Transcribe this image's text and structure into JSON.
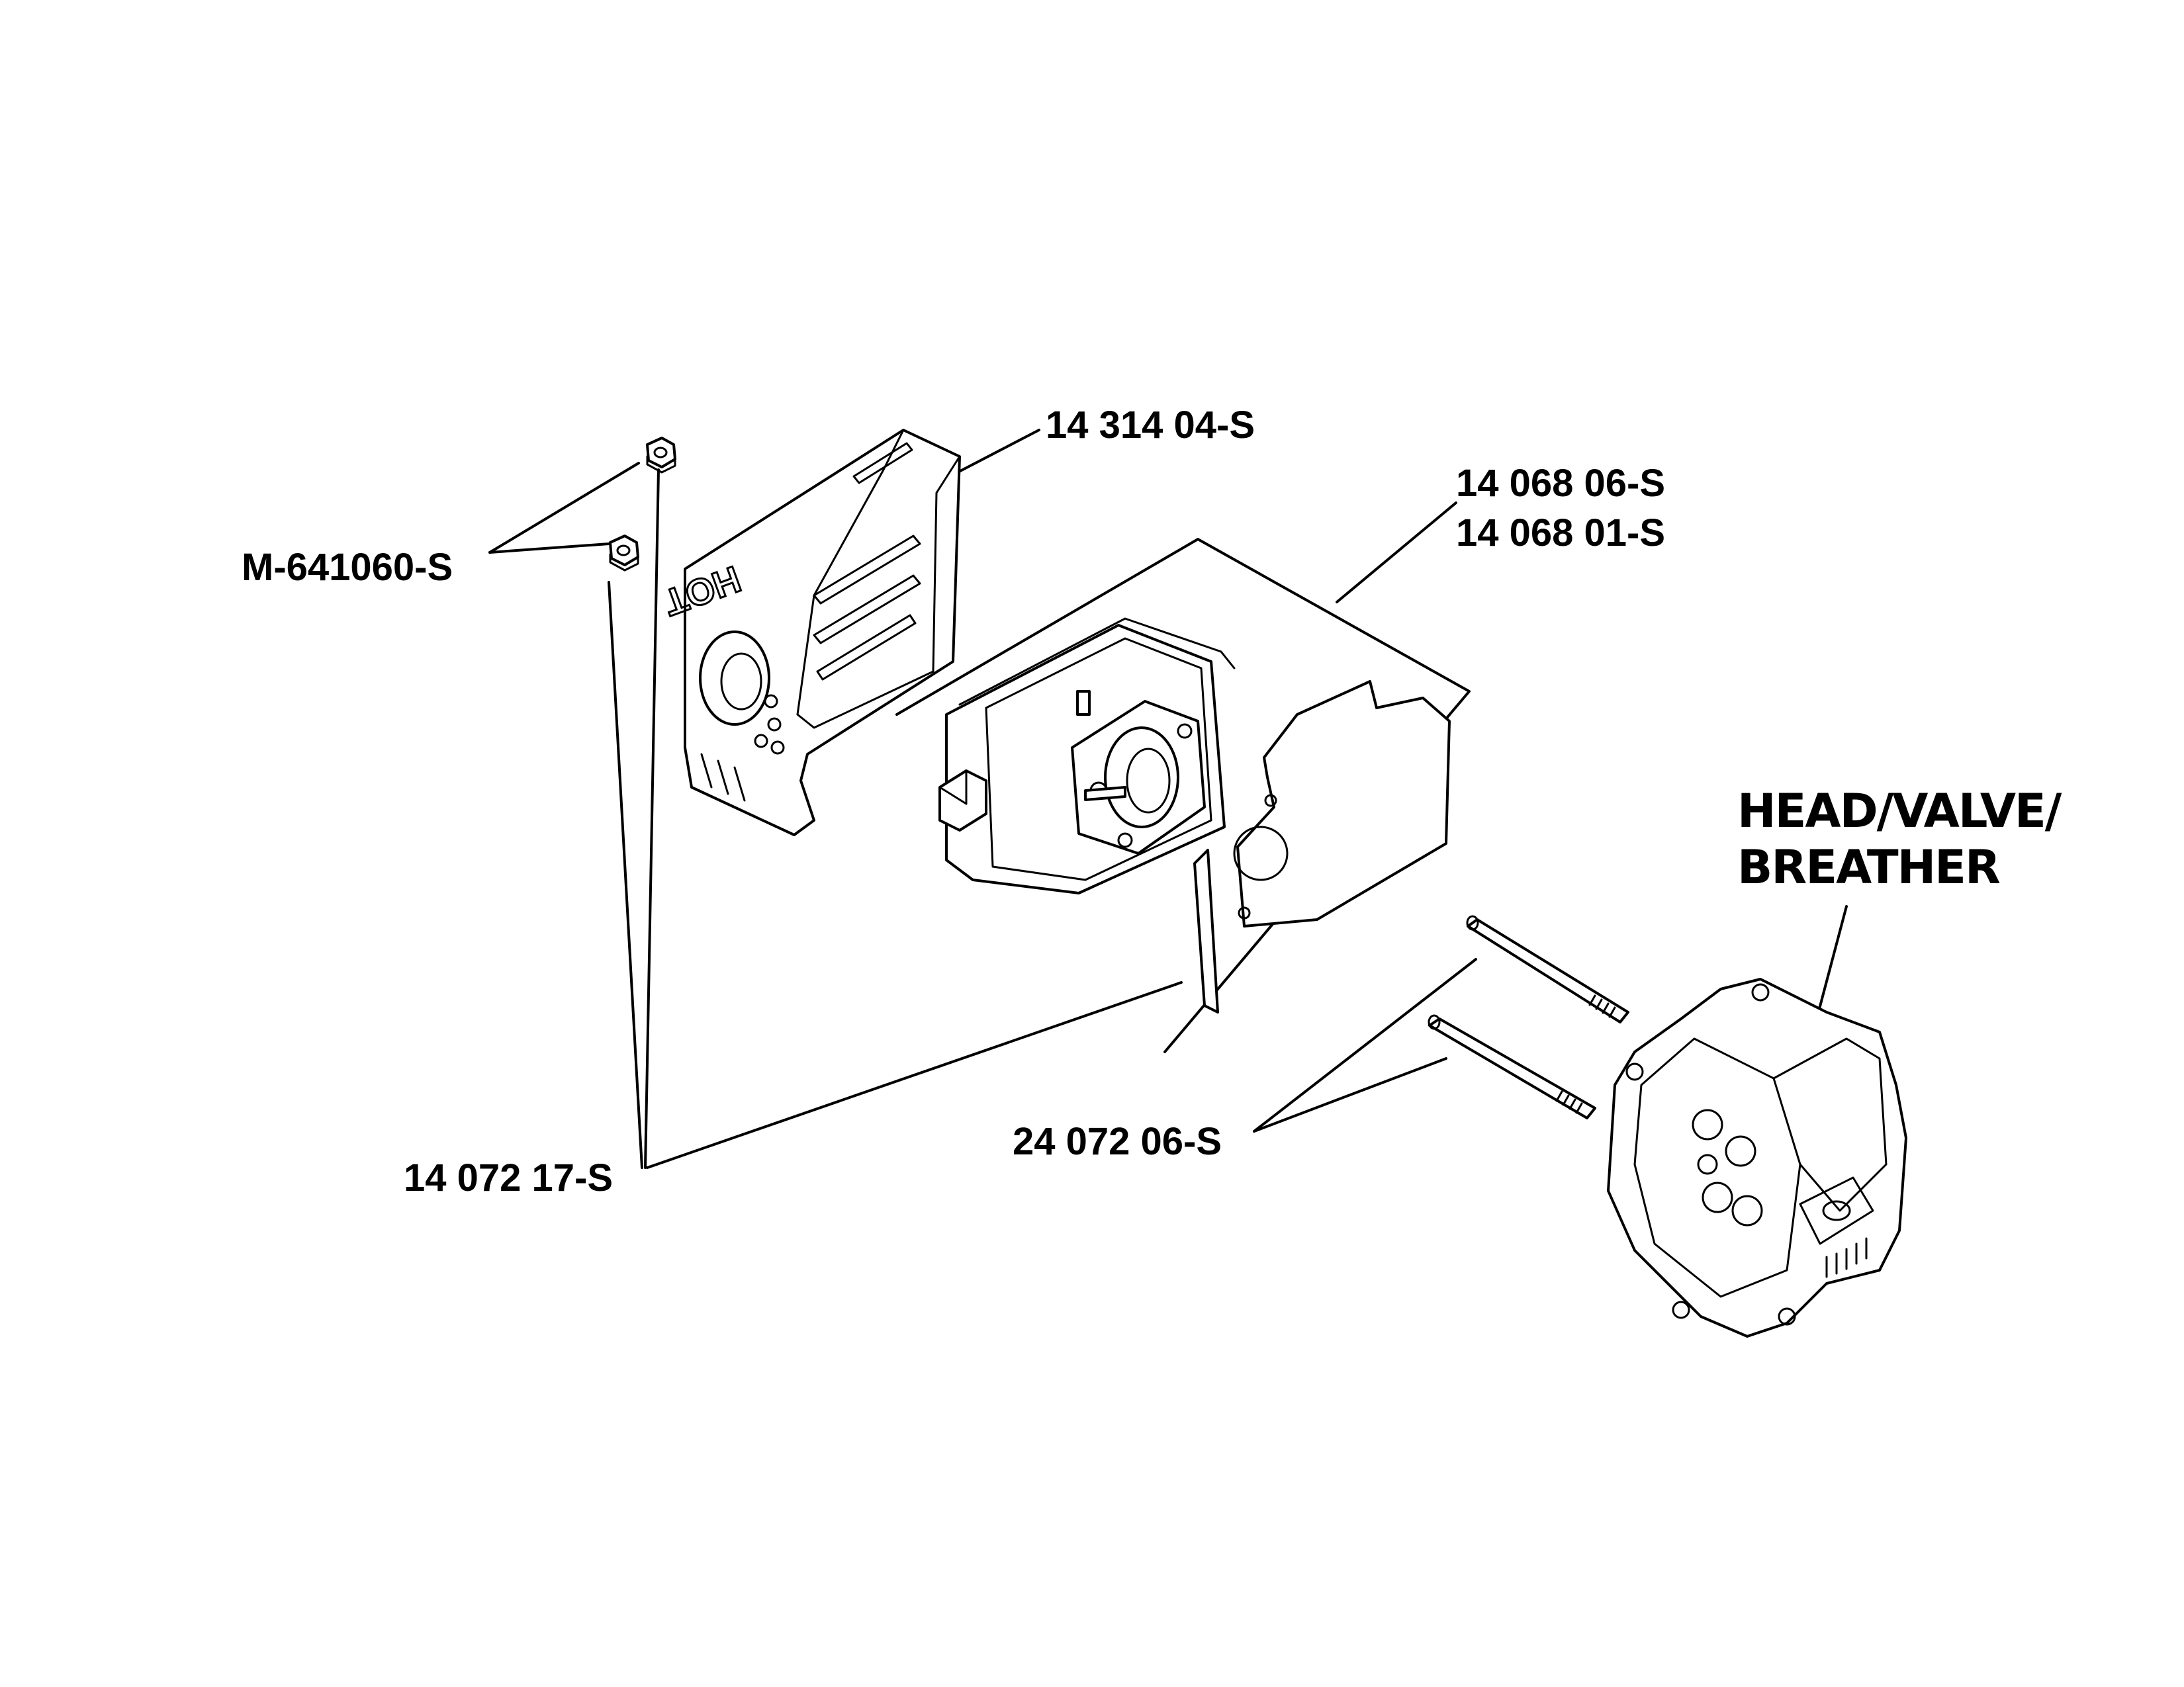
{
  "diagram": {
    "callouts": {
      "heat_shield": "14 314 04-S",
      "muffler_primary": "14 068 06-S",
      "muffler_alternate": "14 068 01-S",
      "nut": "M-641060-S",
      "gasket": "14 072 17-S",
      "stud": "24 072 06-S"
    },
    "section_reference": {
      "line1": "HEAD/VALVE/",
      "line2": "BREATHER"
    },
    "shield_marking": "HOT"
  }
}
